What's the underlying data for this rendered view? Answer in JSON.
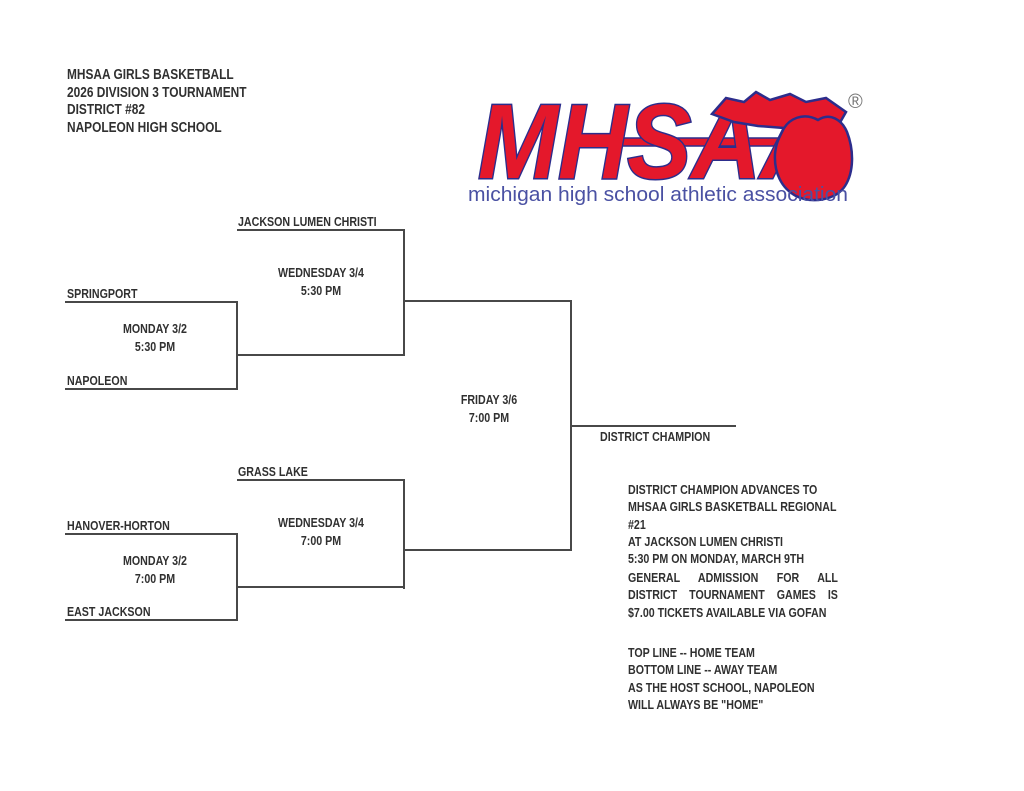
{
  "header": {
    "lines": [
      "MHSAA GIRLS BASKETBALL",
      "2026 DIVISION 3 TOURNAMENT",
      "DISTRICT #82",
      "NAPOLEON HIGH SCHOOL"
    ]
  },
  "logo": {
    "wordmark": "MHSAA",
    "registered_mark": "®",
    "tagline": "michigan high school athletic association",
    "colors": {
      "red": "#e4182b",
      "navy": "#2c2d8c",
      "blue": "#4a51a3"
    }
  },
  "bracket": {
    "round1_games": [
      {
        "home": "SPRINGPORT",
        "away": "NAPOLEON",
        "date": "MONDAY 3/2",
        "time": "5:30 PM"
      },
      {
        "home": "HANOVER-HORTON",
        "away": "EAST JACKSON",
        "date": "MONDAY 3/2",
        "time": "7:00 PM"
      }
    ],
    "semifinal_games": [
      {
        "bye_team": "JACKSON LUMEN CHRISTI",
        "date": "WEDNESDAY 3/4",
        "time": "5:30 PM"
      },
      {
        "bye_team": "GRASS LAKE",
        "date": "WEDNESDAY 3/4",
        "time": "7:00 PM"
      }
    ],
    "final_game": {
      "date": "FRIDAY 3/6",
      "time": "7:00 PM"
    },
    "champion_label": "DISTRICT CHAMPION"
  },
  "notes": {
    "advance": [
      "DISTRICT CHAMPION ADVANCES TO",
      "MHSAA GIRLS BASKETBALL REGIONAL #21",
      "AT JACKSON LUMEN CHRISTI",
      "5:30 PM ON MONDAY, MARCH 9TH"
    ],
    "admission": [
      "GENERAL ADMISSION FOR ALL",
      "DISTRICT TOURNAMENT GAMES IS",
      "$7.00 TICKETS AVAILABLE VIA GOFAN"
    ],
    "legend": [
      "TOP LINE -- HOME TEAM",
      "BOTTOM LINE -- AWAY TEAM",
      "AS THE HOST SCHOOL, NAPOLEON",
      "WILL ALWAYS BE \"HOME\""
    ]
  }
}
